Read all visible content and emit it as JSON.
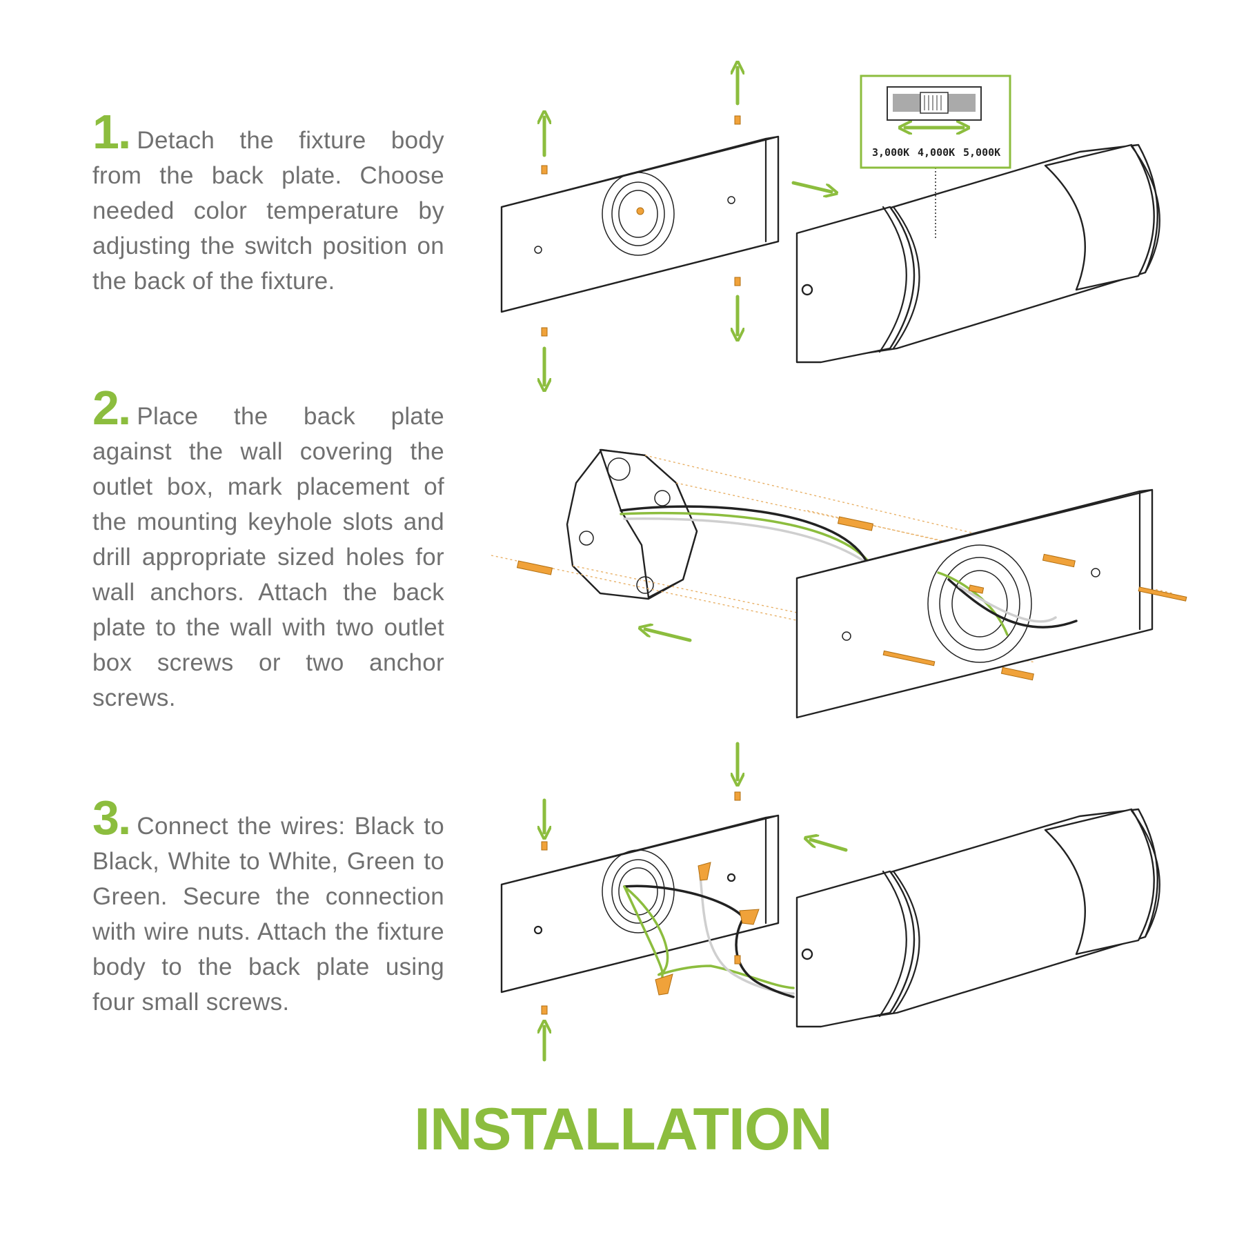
{
  "steps": [
    {
      "number": "1.",
      "text": "Detach the fixture body from the back plate. Choose needed color temperature by adjusting the switch position on the back of the fixture."
    },
    {
      "number": "2.",
      "text": "Place the back plate against the wall covering the outlet box, mark placement of the mounting keyhole slots and drill appropriate sized holes for wall anchors. Attach the back plate to the wall with two outlet box screws or two anchor screws."
    },
    {
      "number": "3.",
      "text": "Connect the wires: Black to Black, White to White, Green to Green. Secure the connection with wire nuts. Attach the fixture body to the back plate using four small screws."
    }
  ],
  "switch_labels": [
    "3,000K",
    "4,000K",
    "5,000K"
  ],
  "title": "INSTALLATION",
  "colors": {
    "accent": "#8cbd3e",
    "text": "#707070",
    "screw": "#f0a23a"
  }
}
